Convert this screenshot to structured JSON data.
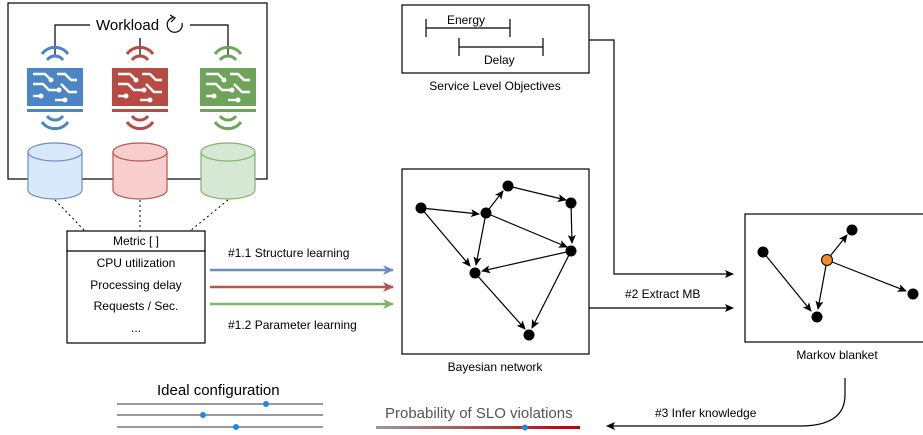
{
  "workload": {
    "title": "Workload",
    "refresh_icon": "refresh-icon",
    "chip_icons": [
      {
        "name": "chip-blue-icon",
        "color": "#4a86c5"
      },
      {
        "name": "chip-red-icon",
        "color": "#b84a44"
      },
      {
        "name": "chip-green-icon",
        "color": "#6ea45a"
      }
    ],
    "databases": [
      {
        "name": "database-blue",
        "fill": "#dae8fc",
        "stroke": "#6c8ebf"
      },
      {
        "name": "database-red",
        "fill": "#f8cecc",
        "stroke": "#b85450"
      },
      {
        "name": "database-green",
        "fill": "#d5e8d4",
        "stroke": "#82b366"
      }
    ]
  },
  "metrics": {
    "header": "Metric [ ]",
    "rows": [
      "CPU utilization",
      "Processing delay",
      "Requests / Sec.",
      "..."
    ]
  },
  "slo": {
    "caption": "Service Level Objectives",
    "bars": [
      "Energy",
      "Delay"
    ]
  },
  "arrows": {
    "structure_learning": "#1.1 Structure learning",
    "parameter_learning": "#1.2 Parameter learning",
    "extract_mb": "#2 Extract MB",
    "infer_knowledge": "#3 Infer knowledge",
    "colors": {
      "blue": "#6c8ebf",
      "red": "#b85450",
      "green": "#82b366"
    }
  },
  "bayesian_network": {
    "caption": "Bayesian network"
  },
  "markov_blanket": {
    "caption": "Markov blanket",
    "highlight_color": "#f08c2a"
  },
  "ideal_configuration": {
    "title": "Ideal configuration",
    "marker_color": "#1e88e5"
  },
  "slo_probability": {
    "title": "Probability of SLO violations",
    "gradient_from": "#999999",
    "gradient_to": "#c00000",
    "marker_color": "#1e88e5"
  }
}
